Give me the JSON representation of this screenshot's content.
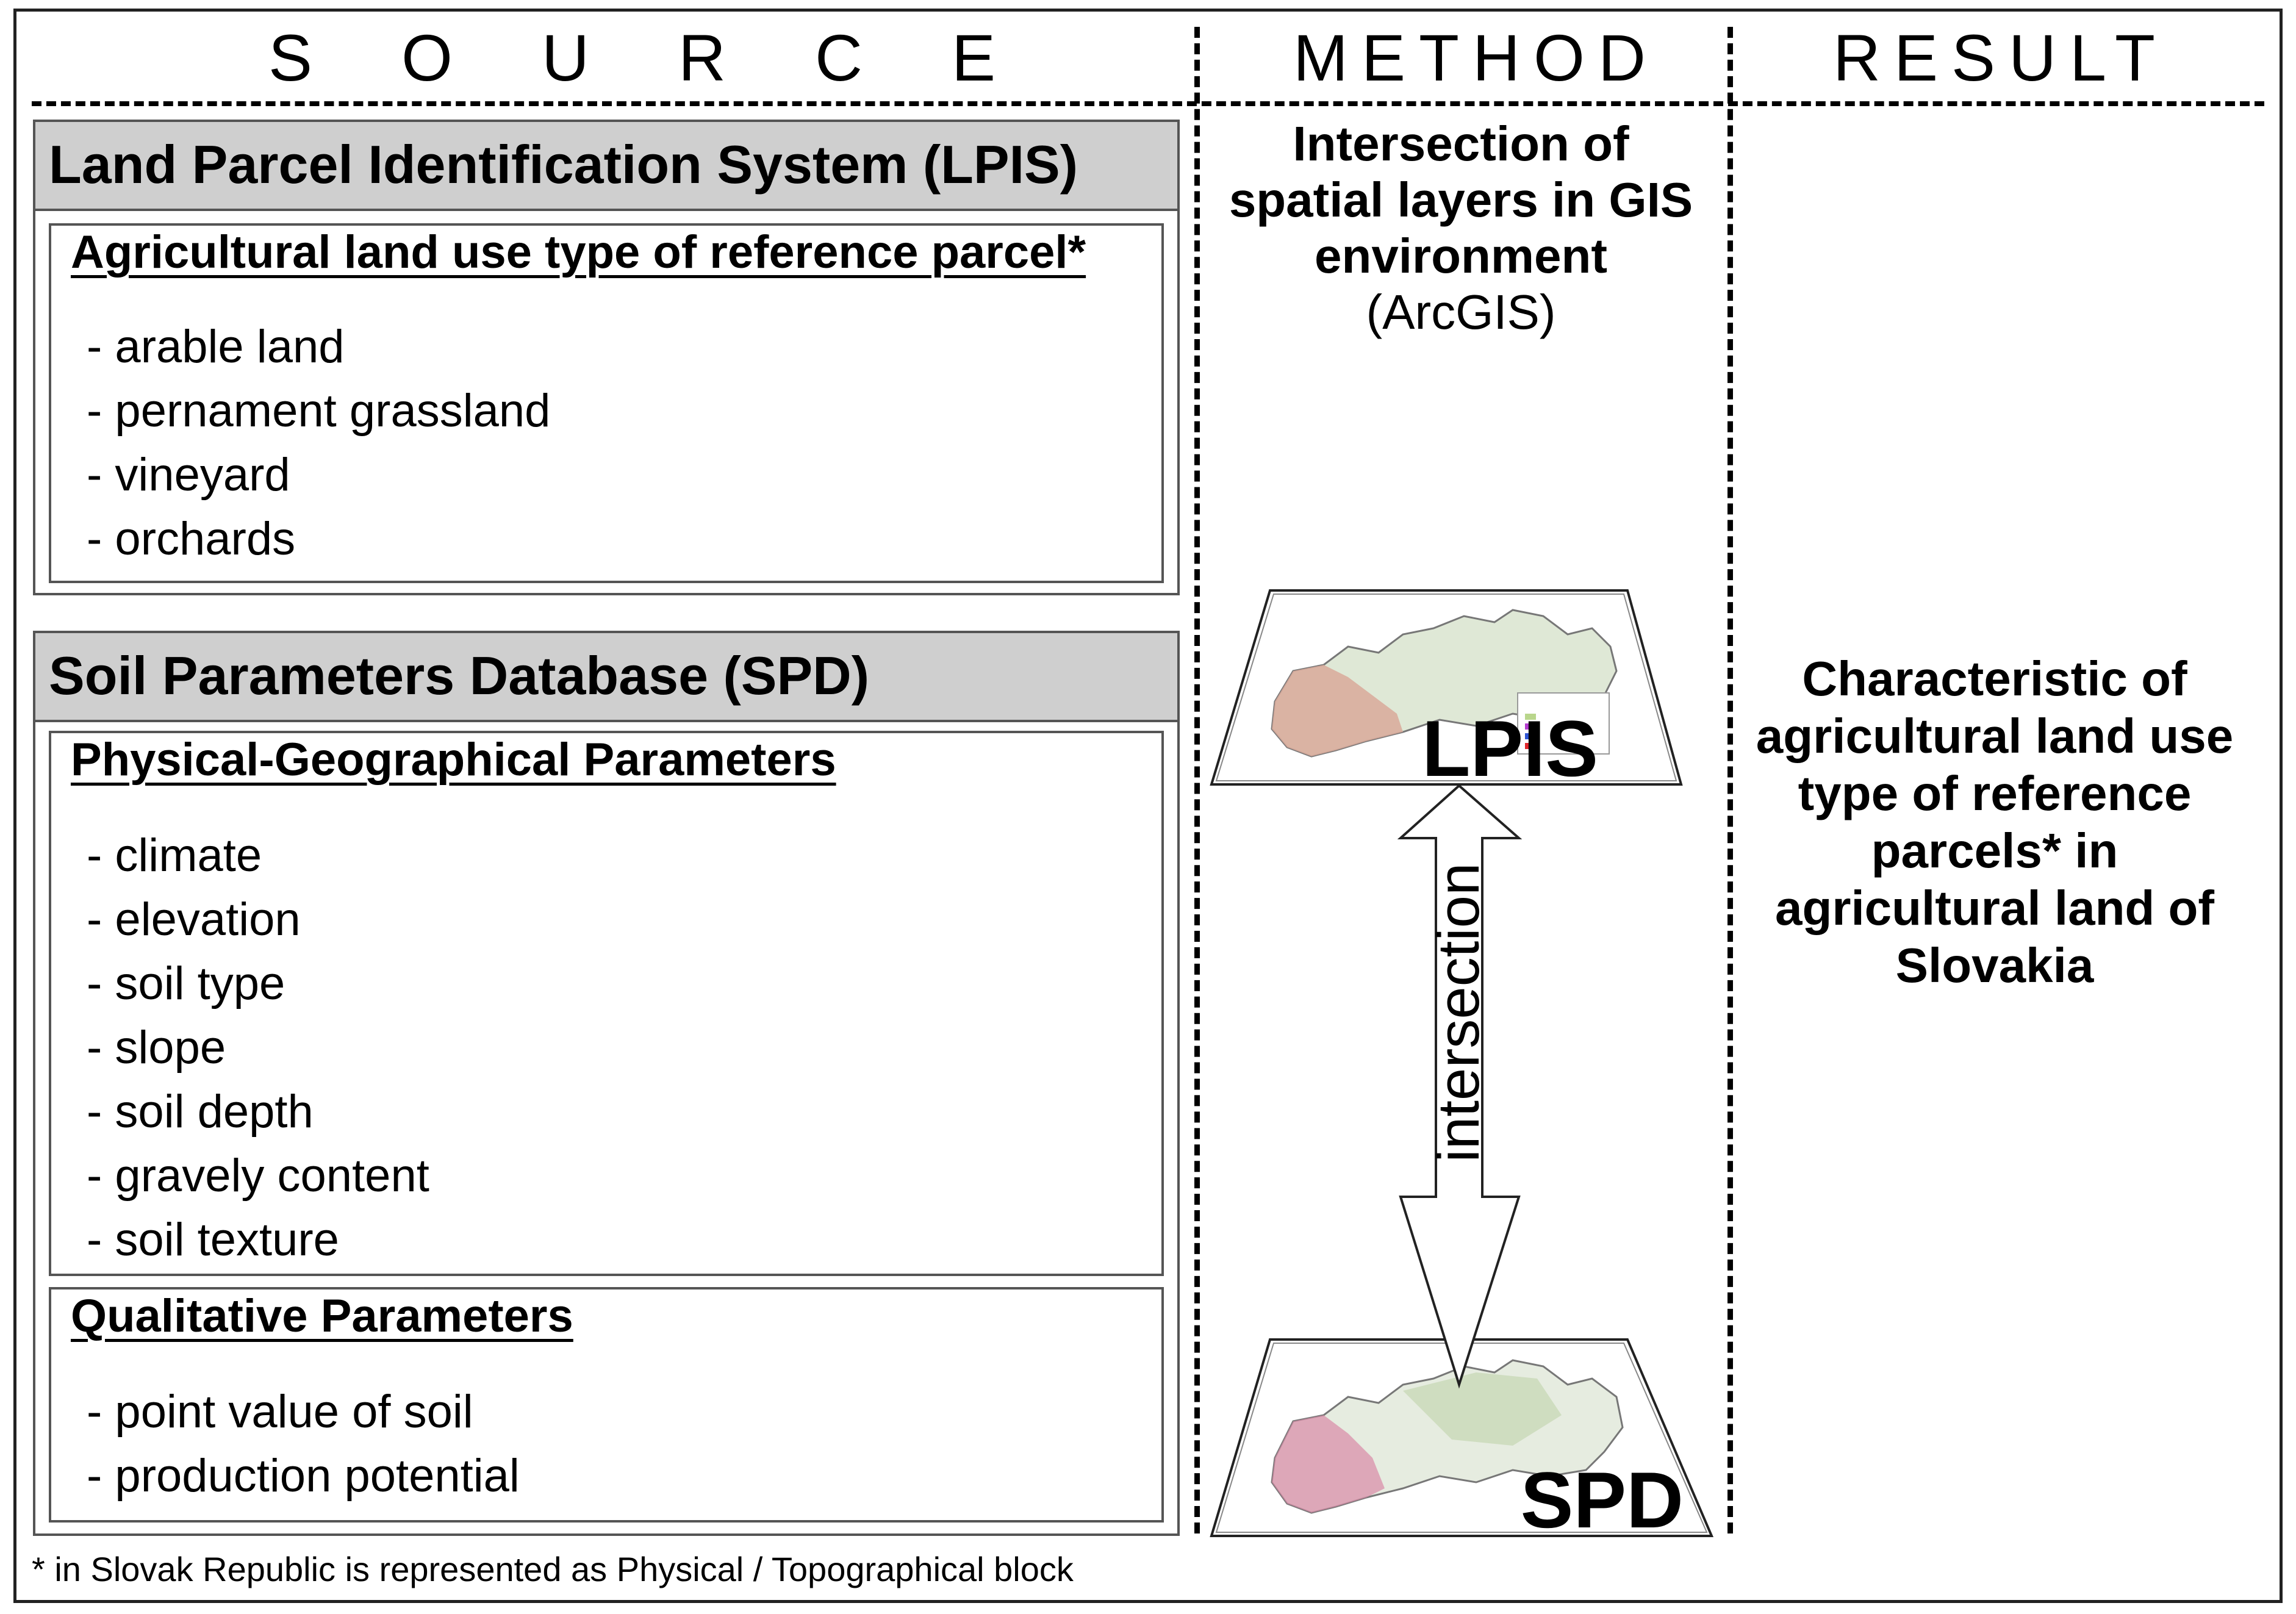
{
  "headers": {
    "source": "S O U R C E",
    "method": "METHOD",
    "result": "RESULT"
  },
  "lpis": {
    "title": "Land Parcel Identification System (LPIS)",
    "subtitle": "Agricultural land use type of reference parcel*",
    "items": [
      "- arable land",
      "- pernament grassland",
      "- vineyard",
      "- orchards"
    ]
  },
  "spd": {
    "title": "Soil Parameters Database (SPD)",
    "physical": {
      "subtitle": "Physical-Geographical Parameters",
      "items": [
        "- climate",
        "- elevation",
        "- soil type",
        "- slope",
        "- soil depth",
        "- gravely content",
        "- soil texture"
      ]
    },
    "qualitative": {
      "subtitle": "Qualitative Parameters",
      "items": [
        "- point value of soil",
        "- production potential"
      ]
    }
  },
  "method": {
    "line1": "Intersection of",
    "line2": "spatial layers in GIS",
    "line3": "environment",
    "line4": "(ArcGIS)",
    "map_top_label": "LPIS",
    "map_bottom_label": "SPD",
    "arrow_label": "intersection"
  },
  "result": {
    "lines": [
      "Characteristic of",
      "agricultural land use",
      "type of reference",
      "parcels* in",
      "agricultural land of",
      "Slovakia"
    ]
  },
  "footnote": "* in Slovak Republic is represented as Physical / Topographical block",
  "colors": {
    "panel_header_bg": "#cfcfcf",
    "border": "#555555",
    "map_arable": "#d9a99a",
    "map_grass": "#dfe8d6"
  }
}
